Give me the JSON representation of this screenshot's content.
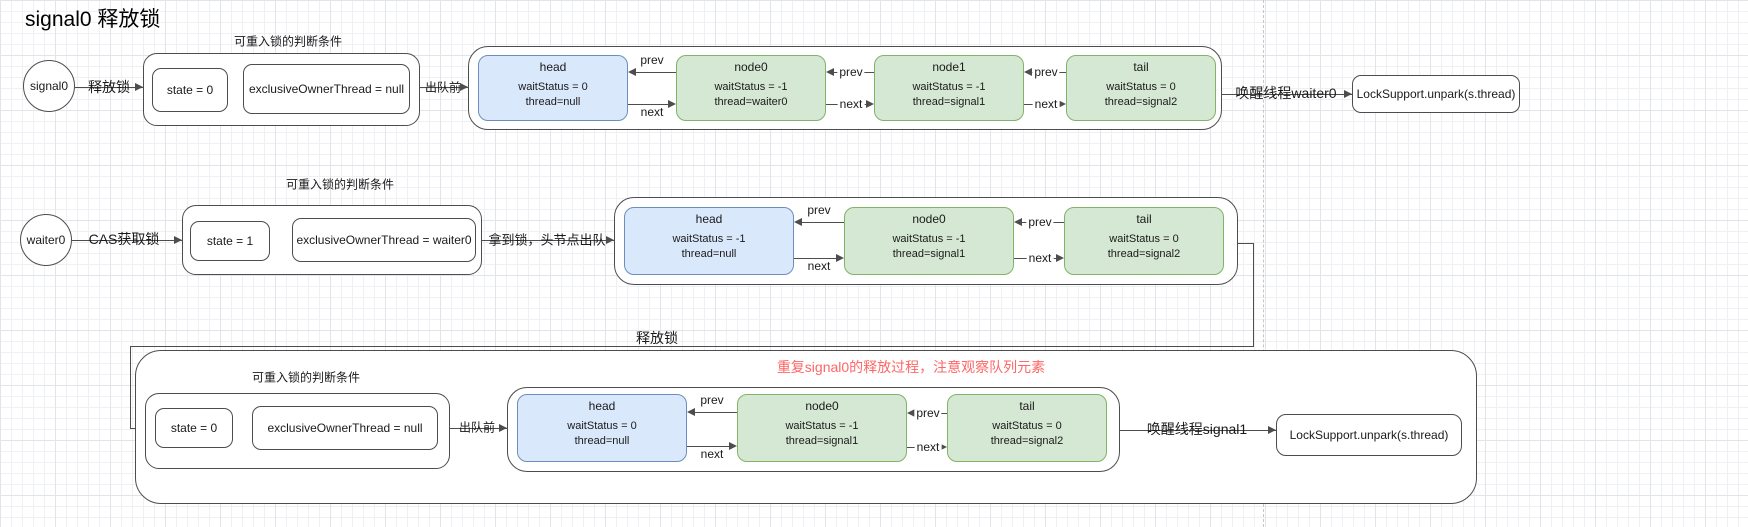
{
  "title": "signal0 释放锁",
  "labels": {
    "prev": "prev",
    "next": "next"
  },
  "colors": {
    "head_fill": "#dae8fc",
    "head_border": "#6c8ebf",
    "node_fill": "#d5e8d4",
    "node_border": "#82b366",
    "note_red": "#ff6666"
  },
  "row1": {
    "actor": "signal0",
    "action": "释放锁",
    "condition_title": "可重入锁的判断条件",
    "cond1": "state = 0",
    "cond2": "exclusiveOwnerThread = null",
    "to_queue": "出队前",
    "queue": {
      "head": {
        "title": "head",
        "line1": "waitStatus = 0",
        "line2": "thread=null"
      },
      "node0": {
        "title": "node0",
        "line1": "waitStatus = -1",
        "line2": "thread=waiter0"
      },
      "node1": {
        "title": "node1",
        "line1": "waitStatus = -1",
        "line2": "thread=signal1"
      },
      "tail": {
        "title": "tail",
        "line1": "waitStatus = 0",
        "line2": "thread=signal2"
      }
    },
    "wake": "唤醒线程waiter0",
    "unpark": "LockSupport.unpark(s.thread)"
  },
  "row2": {
    "actor": "waiter0",
    "action": "CAS获取锁",
    "condition_title": "可重入锁的判断条件",
    "cond1": "state = 1",
    "cond2": "exclusiveOwnerThread = waiter0",
    "to_queue": "拿到锁，头节点出队",
    "queue": {
      "head": {
        "title": "head",
        "line1": "waitStatus = -1",
        "line2": "thread=null"
      },
      "node0": {
        "title": "node0",
        "line1": "waitStatus = -1",
        "line2": "thread=signal1"
      },
      "tail": {
        "title": "tail",
        "line1": "waitStatus = 0",
        "line2": "thread=signal2"
      }
    },
    "release": "释放锁"
  },
  "row3": {
    "note": "重复signal0的释放过程，注意观察队列元素",
    "condition_title": "可重入锁的判断条件",
    "cond1": "state = 0",
    "cond2": "exclusiveOwnerThread = null",
    "to_queue": "出队前",
    "queue": {
      "head": {
        "title": "head",
        "line1": "waitStatus = 0",
        "line2": "thread=null"
      },
      "node0": {
        "title": "node0",
        "line1": "waitStatus = -1",
        "line2": "thread=signal1"
      },
      "tail": {
        "title": "tail",
        "line1": "waitStatus = 0",
        "line2": "thread=signal2"
      }
    },
    "wake": "唤醒线程signal1",
    "unpark": "LockSupport.unpark(s.thread)"
  }
}
